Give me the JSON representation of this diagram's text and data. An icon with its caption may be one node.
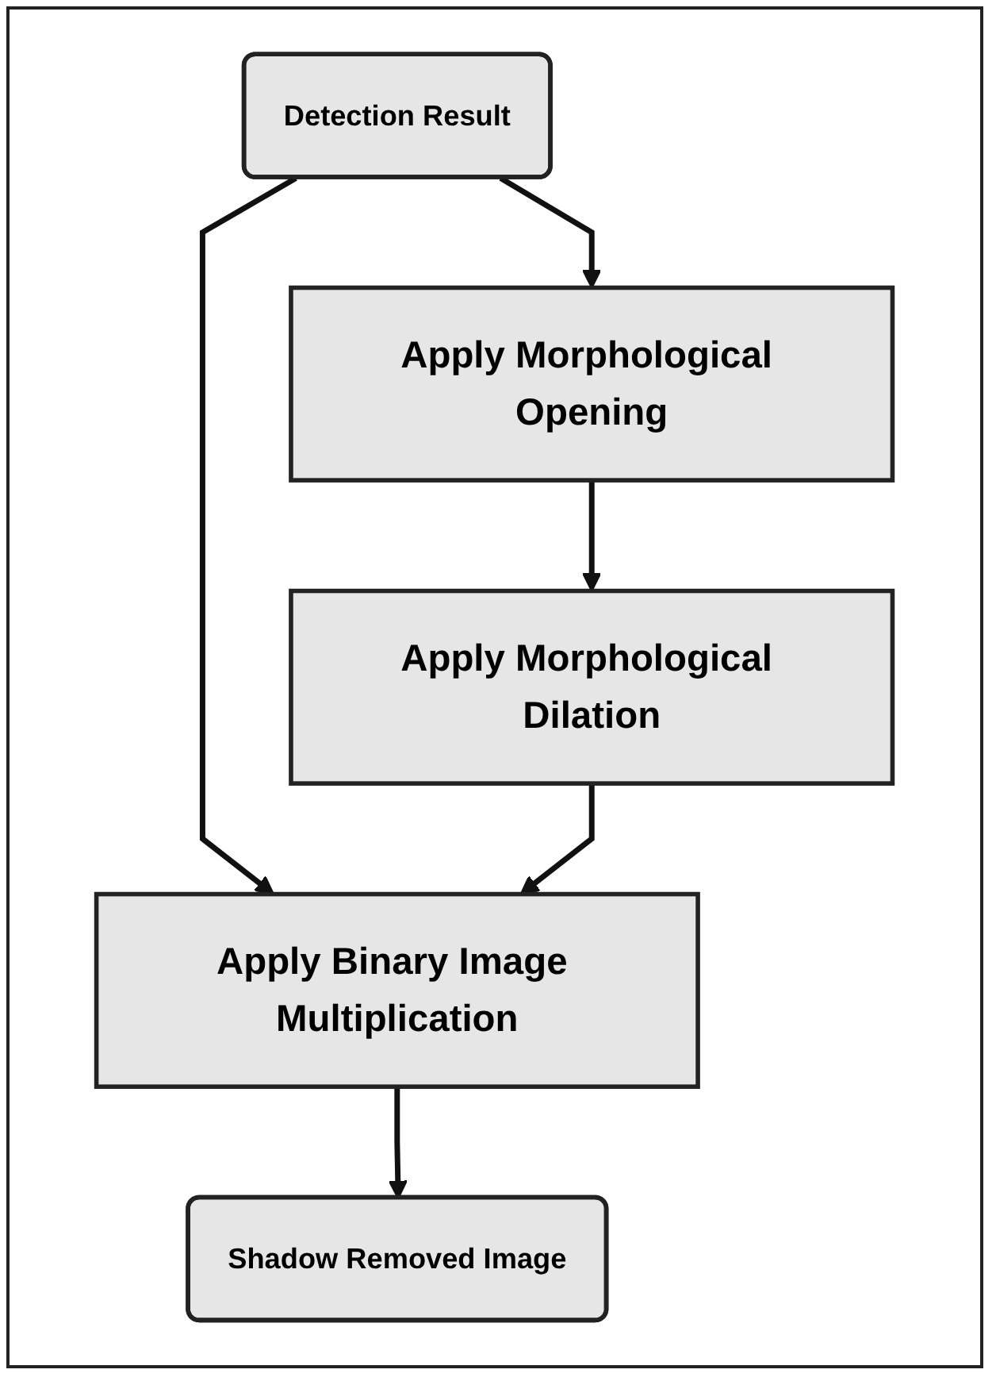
{
  "diagram": {
    "nodes": [
      {
        "text": [
          "Detection Result"
        ]
      },
      {
        "text": [
          "Apply Morphological Opening"
        ]
      },
      {
        "text": [
          "Apply Morphological Dilation"
        ]
      },
      {
        "text": [
          "Apply Binary Image Multiplication"
        ]
      },
      {
        "text": [
          "Shadow Removed Image"
        ]
      }
    ],
    "edges": [
      {
        "from": 0,
        "to": 1,
        "arrow": "to"
      },
      {
        "from": 0,
        "to": 3,
        "arrow": "to"
      },
      {
        "from": 1,
        "to": 2,
        "arrow": "to"
      },
      {
        "from": 2,
        "to": 3,
        "arrow": "to"
      },
      {
        "from": 3,
        "to": 4,
        "arrow": "to"
      }
    ]
  }
}
